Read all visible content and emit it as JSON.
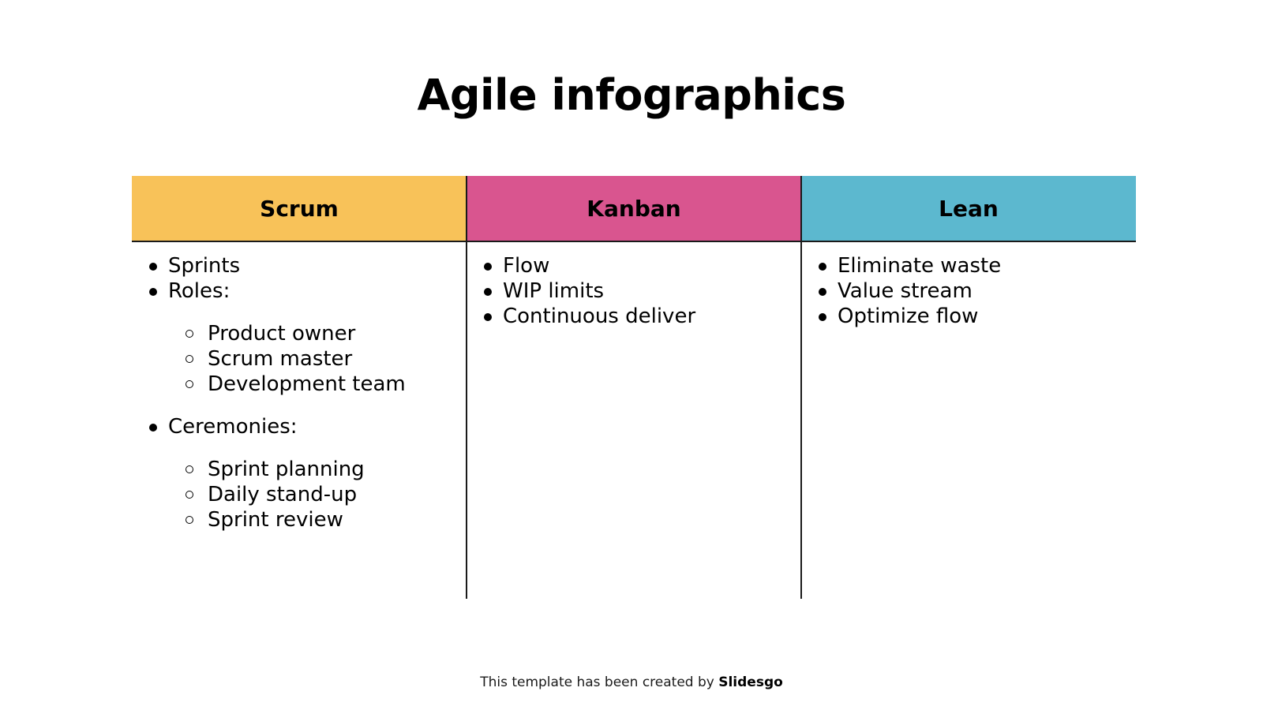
{
  "title": "Agile infographics",
  "colors": {
    "scrum": "#f8c259",
    "kanban": "#d9558f",
    "lean": "#5cb8cf"
  },
  "columns": [
    {
      "heading": "Scrum",
      "items": [
        {
          "label": "Sprints"
        },
        {
          "label": "Roles:",
          "children": [
            "Product owner",
            "Scrum master",
            "Development team"
          ]
        },
        {
          "label": "Ceremonies:",
          "children": [
            "Sprint planning",
            "Daily stand-up",
            "Sprint review"
          ]
        }
      ]
    },
    {
      "heading": "Kanban",
      "items": [
        {
          "label": "Flow"
        },
        {
          "label": "WIP limits"
        },
        {
          "label": "Continuous deliver"
        }
      ]
    },
    {
      "heading": "Lean",
      "items": [
        {
          "label": "Eliminate waste"
        },
        {
          "label": "Value stream"
        },
        {
          "label": "Optimize flow"
        }
      ]
    }
  ],
  "footer": {
    "text": "This template has been created by",
    "brand": "Slidesgo"
  }
}
